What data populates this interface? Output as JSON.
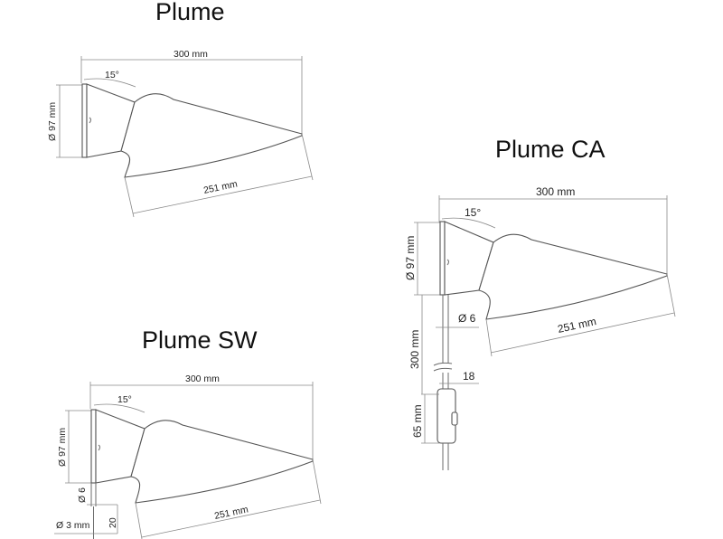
{
  "plume": {
    "title": "Plume",
    "width": "300 mm",
    "angle": "15°",
    "diameter": "Ø 97 mm",
    "length": "251 mm"
  },
  "plume_ca": {
    "title": "Plume CA",
    "width": "300 mm",
    "angle": "15°",
    "diameter": "Ø 97 mm",
    "length": "251 mm",
    "rod_diameter": "Ø 6",
    "rod_length": "300 mm",
    "base_width": "18",
    "base_height": "65 mm"
  },
  "plume_sw": {
    "title": "Plume SW",
    "width": "300 mm",
    "angle": "15°",
    "diameter": "Ø 97 mm",
    "length": "251 mm",
    "stem_diameter": "Ø 6",
    "cable_diameter": "Ø 3 mm",
    "stem_height": "20"
  }
}
